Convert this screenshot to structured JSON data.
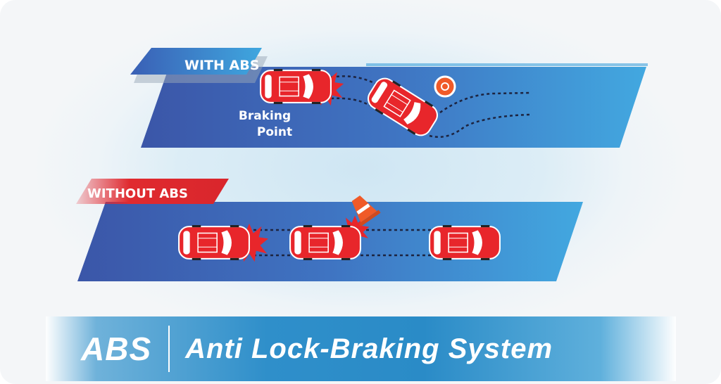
{
  "labels": {
    "with_abs": "WITH ABS",
    "without_abs": "WITHOUT ABS",
    "braking_point_line1": "Braking",
    "braking_point_line2": "Point"
  },
  "banner": {
    "abbr": "ABS",
    "full_name": "Anti Lock-Braking System"
  },
  "colors": {
    "road_dark": "#3d5cb0",
    "road_light": "#41a6df",
    "car_red": "#e8262b",
    "label_red": "#e02a2f",
    "obstacle_orange": "#f05a28"
  }
}
